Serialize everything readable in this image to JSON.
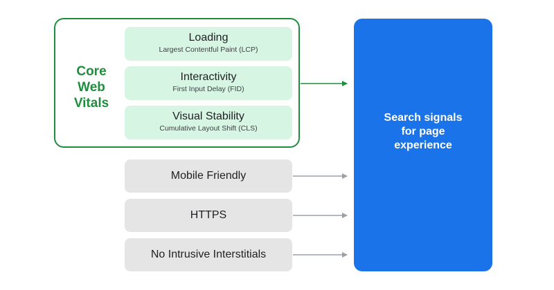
{
  "core_web_vitals": {
    "label_lines": [
      "Core",
      "Web",
      "Vitals"
    ],
    "metrics": [
      {
        "title": "Loading",
        "subtitle": "Largest Contentful Paint (LCP)"
      },
      {
        "title": "Interactivity",
        "subtitle": "First Input Delay (FID)"
      },
      {
        "title": "Visual Stability",
        "subtitle": "Cumulative Layout Shift (CLS)"
      }
    ]
  },
  "other_signals": [
    {
      "label": "Mobile Friendly"
    },
    {
      "label": "HTTPS"
    },
    {
      "label": "No Intrusive Interstitials"
    }
  ],
  "result": {
    "text": "Search signals for page experience"
  },
  "colors": {
    "core_accent": "#1e8e3e",
    "vital_fill": "#d7f5e3",
    "signal_fill": "#e5e5e5",
    "result_fill": "#1a73e8",
    "arrow_gray": "#9aa0a6"
  }
}
